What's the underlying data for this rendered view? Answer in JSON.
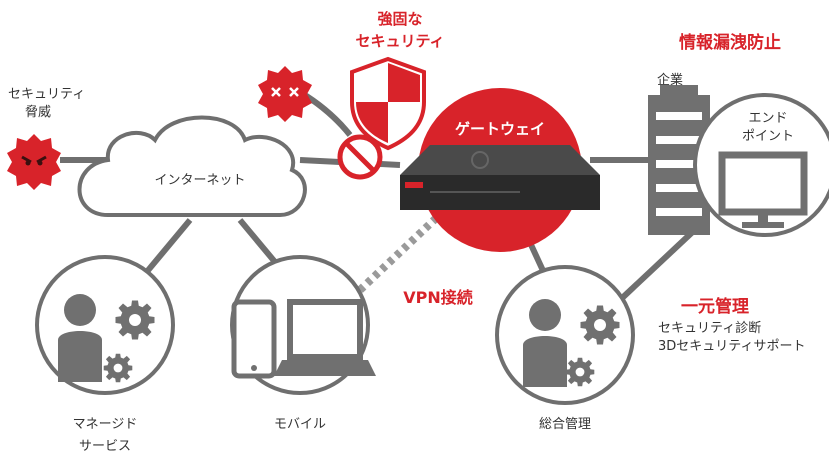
{
  "colors": {
    "red": "#d8232a",
    "gray": "#707070",
    "dark": "#3a3a3a",
    "line": "#6f6f6f"
  },
  "labels": {
    "threat": [
      "セキュリティ",
      "脅威"
    ],
    "internet": "インターネット",
    "strong_security": [
      "強固な",
      "セキュリティ"
    ],
    "gateway": "ゲートウェイ",
    "leak_prevention": "情報漏洩防止",
    "company": "企業",
    "endpoint": [
      "エンド",
      "ポイント"
    ],
    "vpn": "VPN接続",
    "unified": "一元管理",
    "unified_items": [
      "セキュリティ診断",
      "3Dセキュリティサポート"
    ],
    "managed": [
      "マネージド",
      "サービス"
    ],
    "mobile": "モバイル",
    "general": "総合管理"
  },
  "icons": {
    "threat": "angry-virus-icon",
    "threat2": "dead-virus-icon",
    "shield": "shield-icon",
    "block": "prohibited-icon",
    "device": "gateway-router-icon",
    "building": "building-icon",
    "monitor": "monitor-icon",
    "person": "person-icon",
    "gear": "gear-icon",
    "phone": "smartphone-icon",
    "laptop": "laptop-icon"
  }
}
